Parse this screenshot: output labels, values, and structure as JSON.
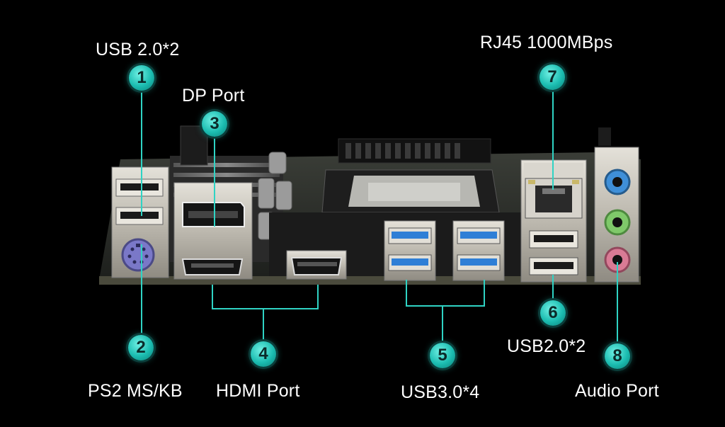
{
  "labels": {
    "usb20_left": "USB 2.0*2",
    "dp_port": "DP Port",
    "rj45": "RJ45 1000MBps",
    "ps2": "PS2 MS/KB",
    "hdmi": "HDMI Port",
    "usb30": "USB3.0*4",
    "usb20_right": "USB2.0*2",
    "audio": "Audio Port"
  },
  "callouts": [
    "1",
    "2",
    "3",
    "4",
    "5",
    "6",
    "7",
    "8"
  ],
  "colors": {
    "accent": "#2fd3c4",
    "background": "#000000",
    "pcb": "#2c2f2a",
    "metal": "#c9c6bd",
    "usb3_blue": "#2f7fd6",
    "ps2_purple": "#7a78c8",
    "audio_blue": "#3f8fd8",
    "audio_green": "#7fc96a",
    "audio_pink": "#d97b95"
  }
}
